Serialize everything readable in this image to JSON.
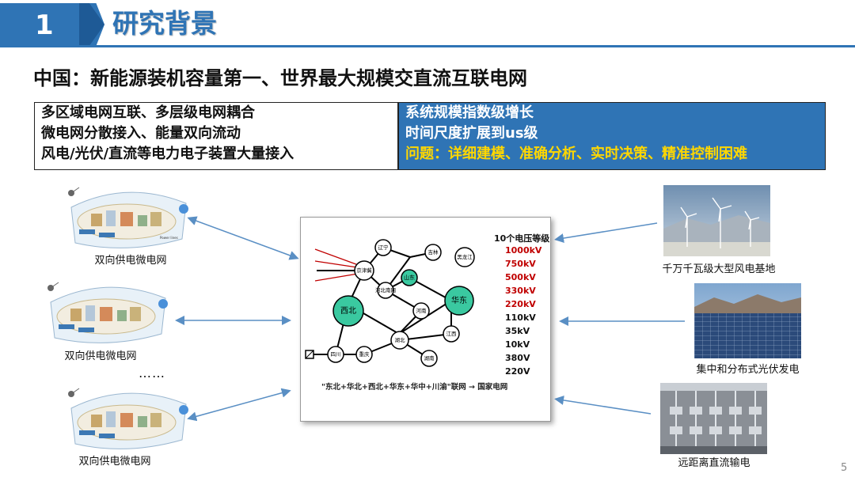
{
  "header": {
    "number": "1",
    "title": "研究背景"
  },
  "subtitle": "中国：新能源装机容量第一、世界最大规模交直流互联电网",
  "left_box": {
    "lines": [
      "多区域电网互联、多层级电网耦合",
      "微电网分散接入、能量双向流动",
      "风电/光伏/直流等电力电子装置大量接入"
    ]
  },
  "right_box": {
    "lines": [
      "系统规模指数级增长",
      "时间尺度扩展到us级"
    ],
    "problem": "问题：详细建模、准确分析、实时决策、精准控制困难"
  },
  "microgrids": {
    "caption_1": "双向供电微电网",
    "caption_2": "双向供电微电网",
    "caption_3": "双向供电微电网",
    "ellipsis": "……"
  },
  "right_images": {
    "caption_1": "千万千瓦级大型风电基地",
    "caption_2": "集中和分布式光伏发电",
    "caption_3": "远距离直流输电"
  },
  "grid_map": {
    "nodes": {
      "liaoning": "辽宁",
      "jilin": "吉林",
      "heilongjiang": "黑龙江",
      "jingjinji": "京津冀",
      "shandong": "山东",
      "hebei_south": "河北南网",
      "xibei": "西北",
      "huadong": "华东",
      "henan": "河南",
      "jiangxi": "江西",
      "huazhong": "湖北",
      "hunan": "湖南",
      "sichuan": "四川",
      "chongqing": "重庆"
    },
    "legend_title": "10个电压等级",
    "voltage_levels": [
      "1000kV",
      "750kV",
      "500kV",
      "330kV",
      "220kV",
      "110kV",
      "35kV",
      "10kV",
      "380V",
      "220V"
    ],
    "footer_text": "\"东北+华北+西北+华东+华中+川渝\"联网 → 国家电网"
  },
  "page_number": "5",
  "colors": {
    "accent": "#2f74b5",
    "highlight": "#ffd700",
    "hv_red": "#c00000",
    "node_green": "#3ac9a0"
  }
}
